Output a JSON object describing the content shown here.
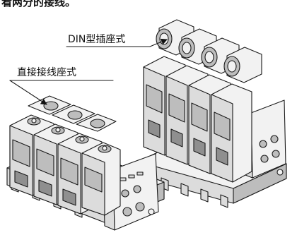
{
  "header": {
    "text": "看两分的接线。"
  },
  "callouts": {
    "din": "DIN型插座式",
    "direct": "直接接线座式"
  },
  "icons": [
    "arrow-leader-icon"
  ]
}
